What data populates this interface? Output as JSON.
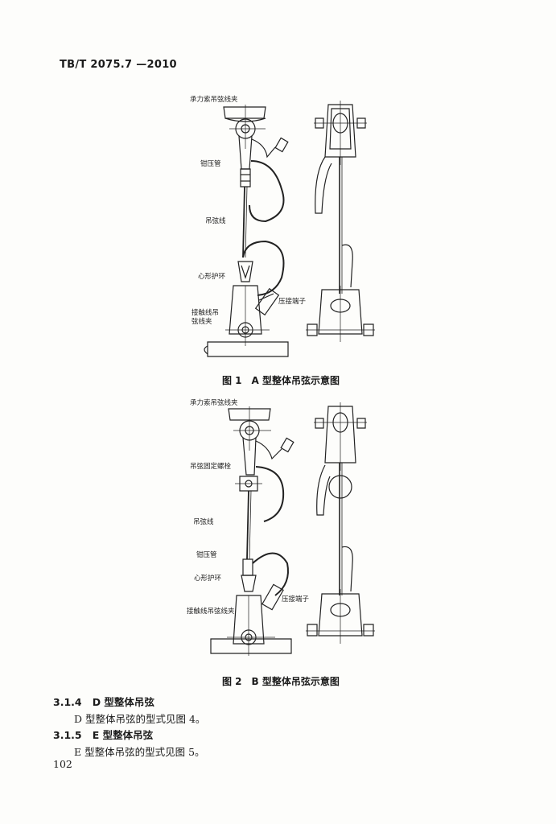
{
  "header": {
    "standard": "TB/T 2075.7 —2010"
  },
  "figure1": {
    "caption": "图 1　A 型整体吊弦示意图",
    "labels": {
      "messenger_clamp": "承力索吊弦线夹",
      "crimp_tube": "钳压管",
      "dropper_wire": "吊弦线",
      "thimble": "心形护环",
      "crimp_terminal": "压接端子",
      "contact_clamp_line1": "接触线吊",
      "contact_clamp_line2": "弦线夹"
    }
  },
  "figure2": {
    "caption": "图 2　B 型整体吊弦示意图",
    "labels": {
      "messenger_clamp": "承力索吊弦线夹",
      "fixing_bolt": "吊弦固定螺栓",
      "dropper_wire": "吊弦线",
      "crimp_tube": "钳压管",
      "thimble": "心形护环",
      "crimp_terminal": "压接端子",
      "contact_clamp": "接触线吊弦线夹"
    }
  },
  "sections": [
    {
      "number": "3.1.4",
      "title": "D 型整体吊弦",
      "body": "D 型整体吊弦的型式见图 4。"
    },
    {
      "number": "3.1.5",
      "title": "E 型整体吊弦",
      "body": "E 型整体吊弦的型式见图 5。"
    }
  ],
  "page_number": "102"
}
